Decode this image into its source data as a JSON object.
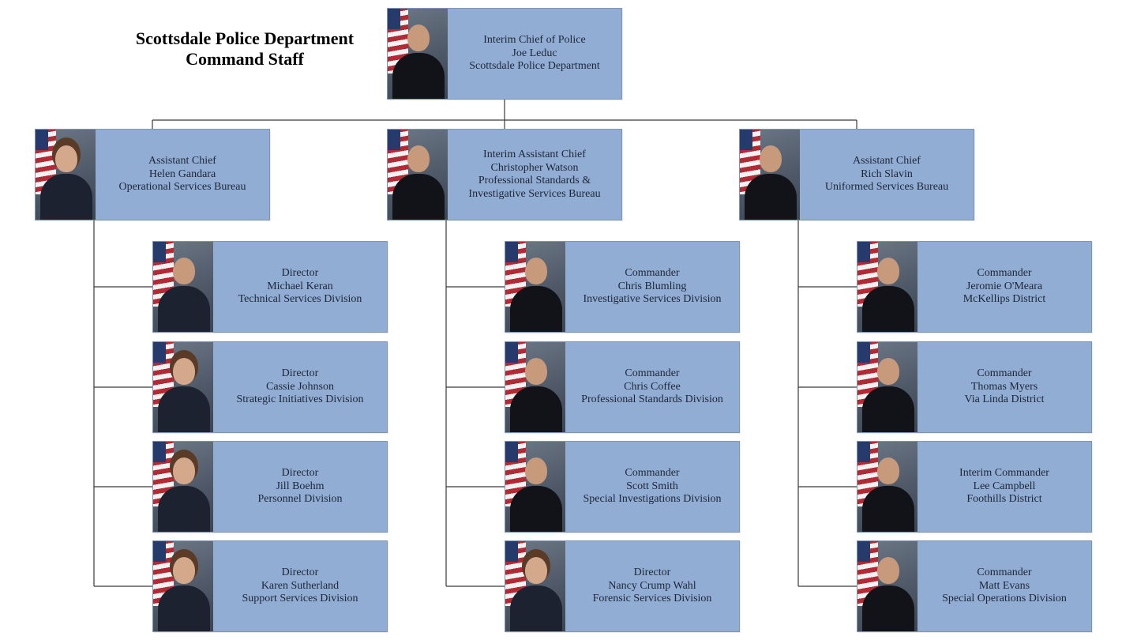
{
  "title": {
    "line1": "Scottsdale Police Department",
    "line2": "Command Staff"
  },
  "chief": {
    "rank": "Interim Chief of Police",
    "name": "Joe Leduc",
    "unit": "Scottsdale Police Department"
  },
  "bureaus": [
    {
      "rank": "Assistant Chief",
      "name": "Helen Gandara",
      "unit": "Operational Services Bureau",
      "unit2": "",
      "reports": [
        {
          "rank": "Director",
          "name": "Michael Keran",
          "unit": "Technical Services Division"
        },
        {
          "rank": "Director",
          "name": "Cassie Johnson",
          "unit": "Strategic Initiatives Division"
        },
        {
          "rank": "Director",
          "name": "Jill Boehm",
          "unit": "Personnel Division"
        },
        {
          "rank": "Director",
          "name": "Karen Sutherland",
          "unit": "Support Services Division"
        }
      ]
    },
    {
      "rank": "Interim Assistant Chief",
      "name": "Christopher Watson",
      "unit": "Professional Standards &",
      "unit2": "Investigative Services Bureau",
      "reports": [
        {
          "rank": "Commander",
          "name": "Chris Blumling",
          "unit": "Investigative Services Division"
        },
        {
          "rank": "Commander",
          "name": "Chris Coffee",
          "unit": "Professional Standards Division"
        },
        {
          "rank": "Commander",
          "name": "Scott Smith",
          "unit": "Special Investigations Division"
        },
        {
          "rank": "Director",
          "name": "Nancy Crump Wahl",
          "unit": "Forensic Services Division"
        }
      ]
    },
    {
      "rank": "Assistant Chief",
      "name": "Rich Slavin",
      "unit": "Uniformed Services Bureau",
      "unit2": "",
      "reports": [
        {
          "rank": "Commander",
          "name": "Jeromie O'Meara",
          "unit": "McKellips District"
        },
        {
          "rank": "Commander",
          "name": "Thomas Myers",
          "unit": "Via Linda District"
        },
        {
          "rank": "Interim Commander",
          "name": "Lee Campbell",
          "unit": "Foothills District"
        },
        {
          "rank": "Commander",
          "name": "Matt Evans",
          "unit": "Special Operations Division"
        }
      ]
    }
  ],
  "colors": {
    "card_fill": "#92add3",
    "card_border": "#7d95b6",
    "connector": "#3a3a3a",
    "text": "#1d2638"
  }
}
